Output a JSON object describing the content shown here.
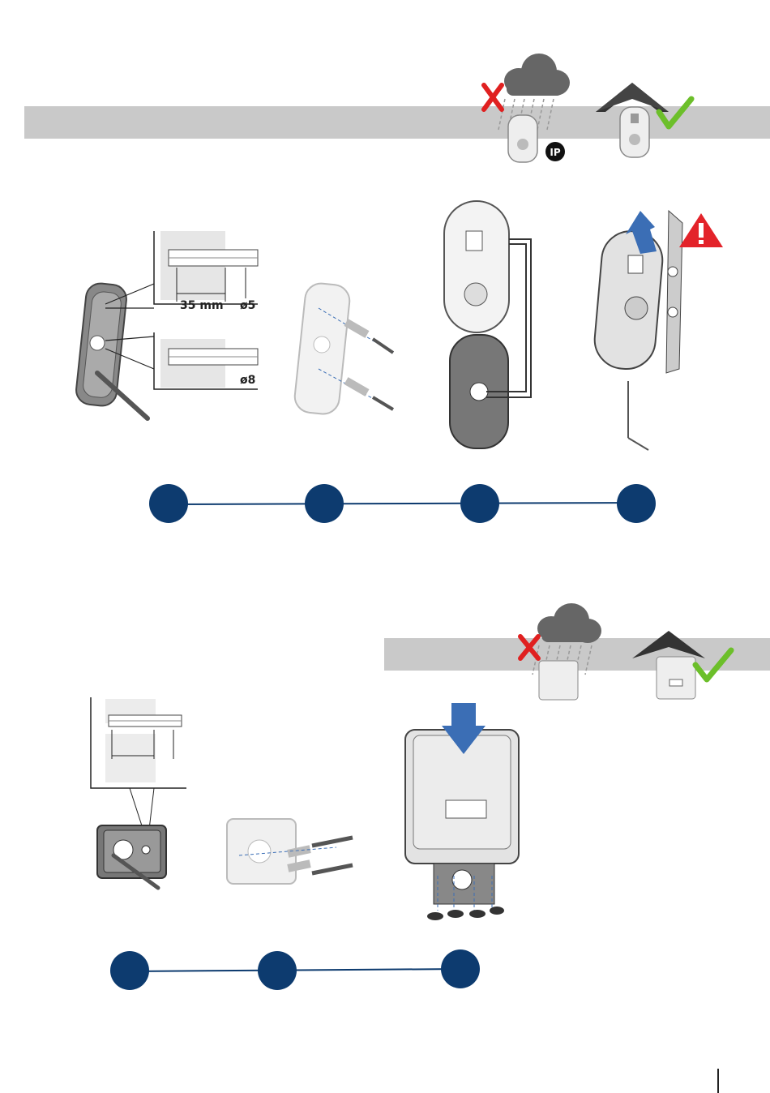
{
  "colors": {
    "step_marker": "#0d3b6f",
    "band_gray": "#c9c9c9",
    "wrong_red": "#e02020",
    "correct_green": "#6cbf2a",
    "warning_red": "#e3232a",
    "arrow_blue": "#3b6eb5"
  },
  "icons": {
    "wrong": "cross-icon",
    "correct": "checkmark-icon",
    "warning": "warning-triangle-icon",
    "ip": "ip-rating-icon"
  },
  "section1": {
    "dimensions": {
      "depth": "35 mm",
      "diameter_small": "ø5",
      "diameter_large": "ø8"
    },
    "steps_count": 4
  },
  "section2": {
    "steps_count": 3
  }
}
